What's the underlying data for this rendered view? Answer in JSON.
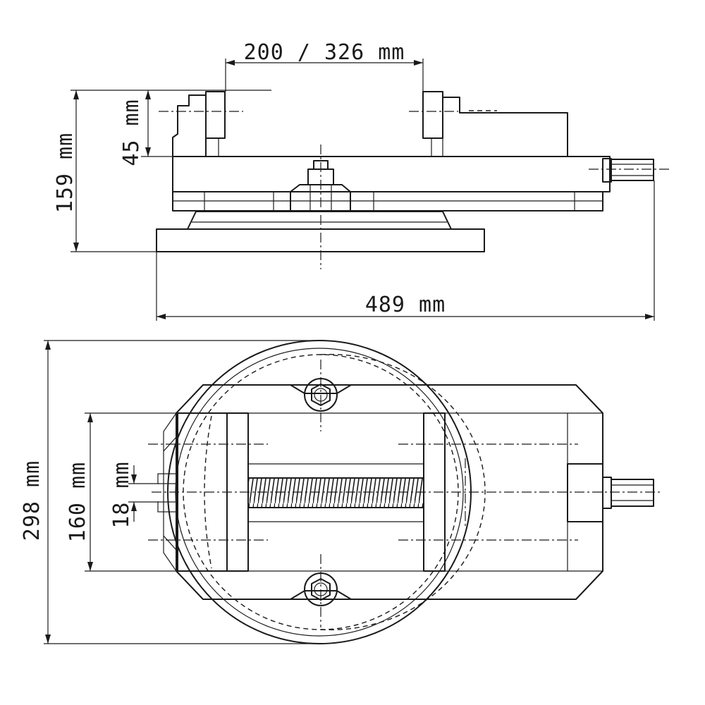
{
  "dimensions": {
    "jaw_opening": "200 / 326 mm",
    "jaw_height": "45 mm",
    "total_height": "159 mm",
    "total_length": "489 mm",
    "total_width": "298 mm",
    "jaw_width": "160 mm",
    "slot_width": "18 mm"
  },
  "colors": {
    "line": "#1a1a1a",
    "background": "#ffffff"
  }
}
